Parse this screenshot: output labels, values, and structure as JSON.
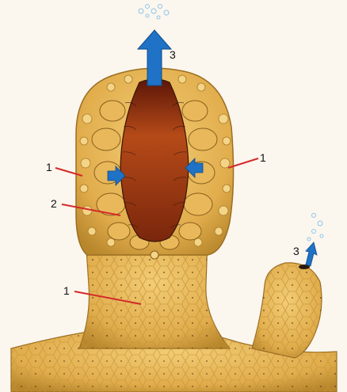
{
  "diagram": {
    "labels": {
      "wall_left": "1",
      "wall_right": "1",
      "stalk": "1",
      "cavity": "2",
      "top_outflow": "3",
      "bud_outflow": "3"
    },
    "colors": {
      "background": "#fbf6ee",
      "tissue": "#e8b654",
      "tissue_dark": "#b88a2e",
      "cavity": "#b54a18",
      "water_arrow": "#1f72c6",
      "leader_line": "#d42a2a"
    }
  }
}
